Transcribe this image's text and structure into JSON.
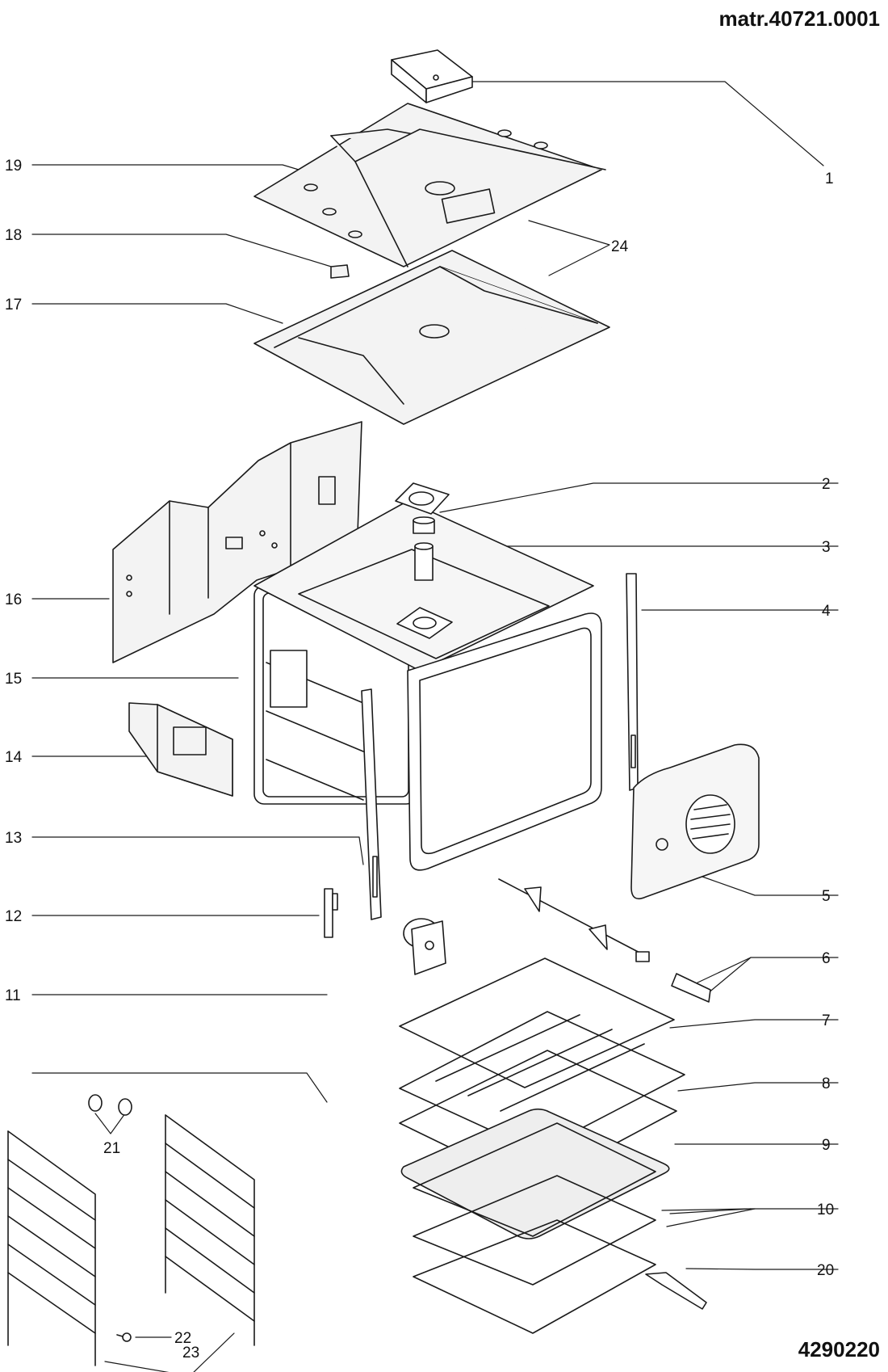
{
  "header": {
    "matr": "matr.40721.0001"
  },
  "footer": {
    "code": "4290220"
  },
  "callouts": {
    "c1": "1",
    "c2": "2",
    "c3": "3",
    "c4": "4",
    "c5": "5",
    "c6": "6",
    "c7": "7",
    "c8": "8",
    "c9": "9",
    "c10": "10",
    "c11": "11",
    "c12": "12",
    "c13": "13",
    "c14": "14",
    "c15": "15",
    "c16": "16",
    "c17": "17",
    "c18": "18",
    "c19": "19",
    "c20": "20",
    "c21": "21",
    "c22": "22",
    "c23": "23",
    "c24": "24"
  }
}
